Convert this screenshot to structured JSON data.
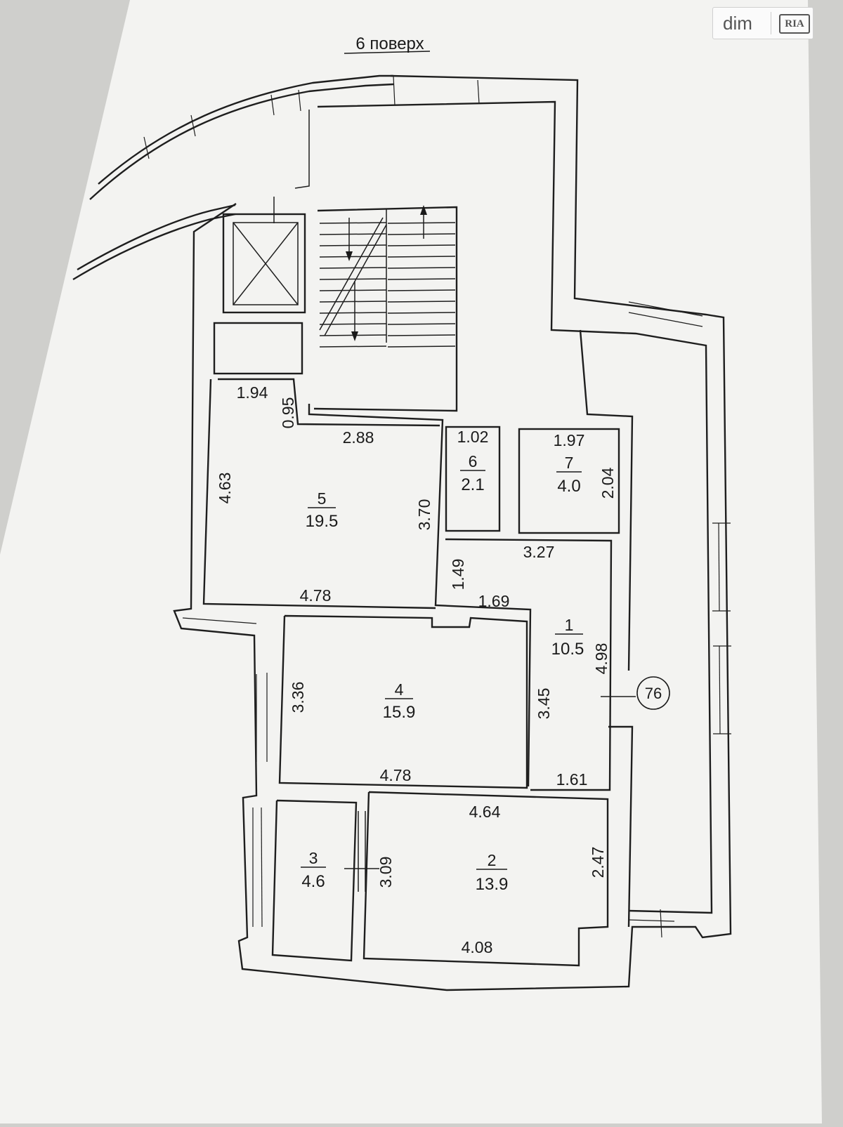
{
  "floor_title": "6 поверх",
  "watermark": {
    "left": "dim",
    "right": "RIA"
  },
  "apartment_number": "76",
  "rooms": [
    {
      "number": "1",
      "area": "10.5"
    },
    {
      "number": "2",
      "area": "13.9"
    },
    {
      "number": "3",
      "area": "4.6"
    },
    {
      "number": "4",
      "area": "15.9"
    },
    {
      "number": "5",
      "area": "19.5"
    },
    {
      "number": "6",
      "area": "2.1"
    },
    {
      "number": "7",
      "area": "4.0"
    }
  ],
  "dimensions": {
    "r5_top": "1.94",
    "r5_step": "0.95",
    "r5_left": "4.63",
    "r5_top2": "2.88",
    "r5_right": "3.70",
    "r5_bottom": "4.78",
    "r6_top": "1.02",
    "r7_top": "1.97",
    "r7_right": "2.04",
    "r1_top": "3.27",
    "r1_left": "1.49",
    "r1_mid": "1.69",
    "r1_right": "4.98",
    "r1_bottom": "1.61",
    "r4_left": "3.36",
    "r4_right": "3.45",
    "r4_bottom": "4.78",
    "r2_top": "4.64",
    "r2_right": "2.47",
    "r2_bottom": "4.08",
    "r3_right": "3.09"
  }
}
